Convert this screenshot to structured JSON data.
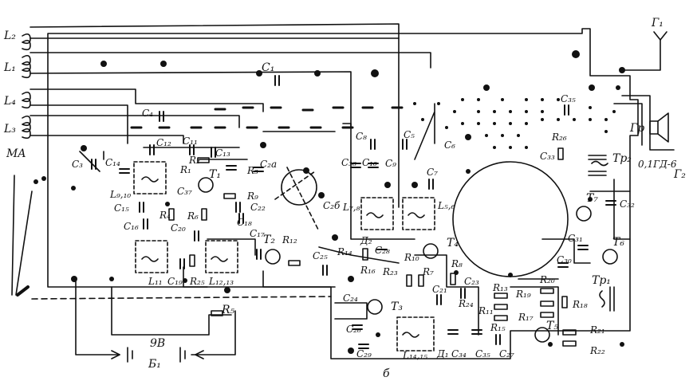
{
  "diagram": {
    "caption": "б",
    "labels": {
      "L2": "L₂",
      "L1": "L₁",
      "L4": "L₄",
      "L3": "L₃",
      "MA": "MA",
      "G1": "Г₁",
      "Gr": "Гр",
      "G2": "Г₂",
      "speaker": "0,1ГД-6",
      "C1": "C₁",
      "C3": "C₃",
      "C4": "C₄",
      "C5": "C₅",
      "C6": "C₆",
      "C7": "C₇",
      "C8": "C₈",
      "C9": "C₉",
      "C10": "C₁₀",
      "C11": "C₁₁",
      "C12": "C₁₂",
      "C13": "C₁₃",
      "C14": "C₁₄",
      "C15": "C₁₅",
      "C16": "C₁₆",
      "C17": "C₁₇",
      "C18": "C₁₈",
      "C19": "C₁₉",
      "C20": "C₂₀",
      "C21": "C₂₁",
      "C22": "C₂₂",
      "C23": "C₂₃",
      "C24": "C₂₄",
      "C25": "C₂₅",
      "C26": "C₂₆",
      "C27": "C₂₇",
      "C28": "C₂₈",
      "C29": "C₂₉",
      "C30": "C₃₀",
      "C31": "C₃₁",
      "C32": "C₃₂",
      "C33": "C₃₃",
      "C34": "C₃₄",
      "C35a": "C₃₅",
      "C35b": "C₃₅",
      "C37": "C₃₇",
      "C38": "C₃₈",
      "C2a": "C₂а",
      "C2b": "C₂б",
      "R1": "R₁",
      "R2": "R₂",
      "R3": "R₃",
      "R4": "R₄",
      "R5": "R₅",
      "R6": "R₆",
      "R7": "R₇",
      "R8": "R₈",
      "R9": "R₉",
      "R10": "R₁₀",
      "R11": "R₁₁",
      "R12": "R₁₂",
      "R13": "R₁₃",
      "R14": "R₁₄",
      "R15": "R₁₅",
      "R16": "R₁₆",
      "R17": "R₁₇",
      "R18": "R₁₈",
      "R19": "R₁₉",
      "R20": "R₂₀",
      "R21": "R₂₁",
      "R22": "R₂₂",
      "R23": "R₂₃",
      "R24": "R₂₄",
      "R25": "R₂₅",
      "R26": "R₂₆",
      "T1": "T₁",
      "T2": "T₂",
      "T3": "T₃",
      "T4": "T₄",
      "T5": "T₅",
      "T6": "T₆",
      "T7": "T₇",
      "D1": "Д₁",
      "D2": "Д₂",
      "L910": "L₉,₁₀",
      "L78": "L₇,₈",
      "L56": "L₅,₆",
      "L11": "L₁₁",
      "L1213": "L₁₂,₁₃",
      "L1415": "L₁₄,₁₅",
      "Tr1": "Tр₁",
      "Tr2": "Tр₂",
      "battery_voltage": "9В",
      "battery_name": "Б₁"
    }
  }
}
